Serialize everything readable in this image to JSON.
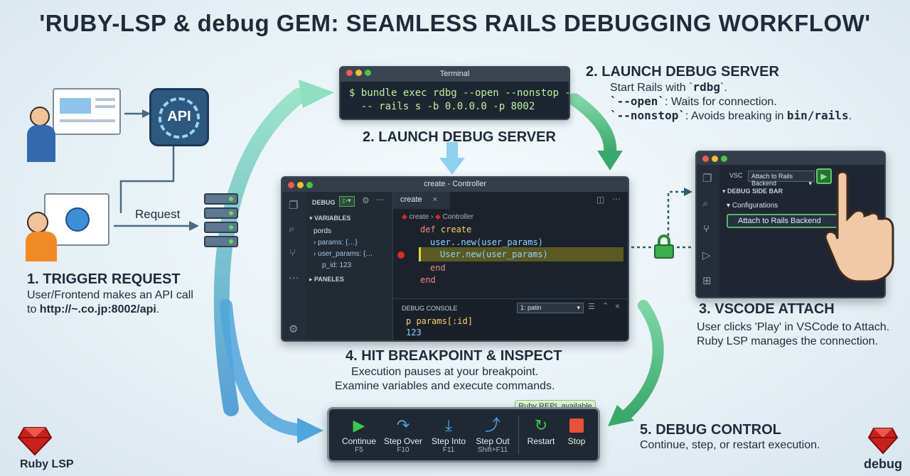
{
  "title": "'RUBY-LSP & debug GEM: SEAMLESS RAILS DEBUGGING WORKFLOW'",
  "step1": {
    "heading": "1. TRIGGER REQUEST",
    "line1": "User/Frontend makes an API call",
    "line2_prefix": "to ",
    "line2_url": "http://~.co.jp:8002/api",
    "line2_suffix": "."
  },
  "api_label": "API",
  "request_label": "Request",
  "terminal": {
    "title": "Terminal",
    "line1": "$ bundle exec rdbg --open --nonstop -",
    "line2": "  -- rails s -b 0.0.0.0 -p 8002"
  },
  "step2": {
    "heading": "2. LAUNCH DEBUG SERVER",
    "heading_below": "2. LAUNCH DEBUG SERVER",
    "line1_prefix": "Start Rails with `",
    "line1_code": "rdbg",
    "line1_suffix": "`.",
    "line2_code": "`--open`",
    "line2_text": ": Waits for connection.",
    "line3_code": "`--nonstop`",
    "line3_text": ": Avoids breaking in ",
    "line3_path": "bin/rails",
    "line3_end": "."
  },
  "editor": {
    "window_title": "create - Controller",
    "debug_label": "DEBUG",
    "variables_header": "VARIABLES",
    "var_group": "pords",
    "var1": "params: {…}",
    "var2": "user_params: {…",
    "var3": "p_id: 123",
    "panels_header": "PANELES",
    "tab_label": "create",
    "crumb1": "create",
    "crumb2": "Controller",
    "code": [
      {
        "kw": "def ",
        "fn": "create",
        "rest": ""
      },
      {
        "kw": "",
        "fn": "",
        "rest": "user..new(user_params)"
      },
      {
        "kw": "",
        "fn": "",
        "rest": "User.new(user_params)"
      },
      {
        "kw": "end",
        "fn": "",
        "rest": ""
      },
      {
        "kw": "end",
        "fn": "",
        "rest": ""
      }
    ],
    "console_header": "DEBUG CONSOLE",
    "console_select": "1: patin",
    "console_line1": "p params[:id]",
    "console_line2": "123",
    "console_prompt": ">"
  },
  "step4": {
    "heading": "4. HIT BREAKPOINT & INSPECT",
    "line1": "Execution pauses at your breakpoint.",
    "line2": "Examine variables and execute commands."
  },
  "attach": {
    "vs_label": "VSC",
    "select_value": "Attach to Rails Backend",
    "sidebar_header": "DEBUG SIDE BAR",
    "configurations": "Configurations",
    "attach_item": "Attach to Rails Backend"
  },
  "step3": {
    "heading": "3. VSCODE ATTACH",
    "line1": "User clicks 'Play' in VSCode to Attach.",
    "line2": "Ruby LSP manages the connection."
  },
  "toolbar": {
    "repl_badge": "Ruby REPL available",
    "buttons": [
      {
        "label": "Continue",
        "shortcut": "F5",
        "icon": "play-icon",
        "color": "#3cc84a"
      },
      {
        "label": "Step Over",
        "shortcut": "F10",
        "icon": "step-over-icon",
        "color": "#4aa3e8"
      },
      {
        "label": "Step Into",
        "shortcut": "F11",
        "icon": "step-into-icon",
        "color": "#4aa3e8"
      },
      {
        "label": "Step Out",
        "shortcut": "Shift+F11",
        "icon": "step-out-icon",
        "color": "#4aa3e8"
      },
      {
        "label": "Restart",
        "shortcut": "",
        "icon": "restart-icon",
        "color": "#3cc84a"
      },
      {
        "label": "Stop",
        "shortcut": "",
        "icon": "stop-icon",
        "color": "#e8513a"
      }
    ]
  },
  "step5": {
    "heading": "5. DEBUG CONTROL",
    "line1": "Continue, step, or restart execution."
  },
  "logos": {
    "ruby_lsp": "Ruby LSP",
    "debug": "debug"
  },
  "colors": {
    "arrow_blue": "#4fa6dc",
    "arrow_green": "#5ec98a",
    "ruby_red": "#c8201e"
  }
}
